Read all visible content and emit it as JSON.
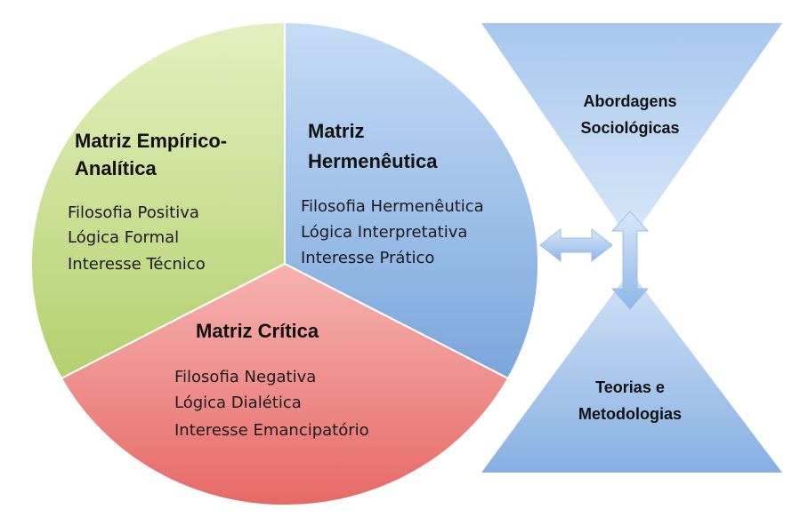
{
  "sectors": {
    "empirico": {
      "title_line1": "Matriz Empírico-",
      "title_line2": "Analítica",
      "items": [
        "Filosofia Positiva",
        "Lógica Formal",
        "Interesse Técnico"
      ],
      "color": "#c2dc84"
    },
    "hermeneutica": {
      "title_line1": "Matriz",
      "title_line2": "Hermenêutica",
      "items": [
        "Filosofia Hermenêutica",
        "Lógica Interpretativa",
        "Interesse Prático"
      ],
      "color": "#8fb6e6"
    },
    "critica": {
      "title": "Matriz Crítica",
      "items": [
        "Filosofia Negativa",
        "Lógica Dialética",
        "Interesse Emancipatório"
      ],
      "color": "#ec8583"
    }
  },
  "hourglass": {
    "top_line1": "Abordagens",
    "top_line2": "Sociológicas",
    "bottom_line1": "Teorias e",
    "bottom_line2": "Metodologias",
    "color": "#8fb6e6"
  },
  "arrows": {
    "horizontal": "double-arrow-horizontal",
    "vertical": "double-arrow-vertical"
  }
}
